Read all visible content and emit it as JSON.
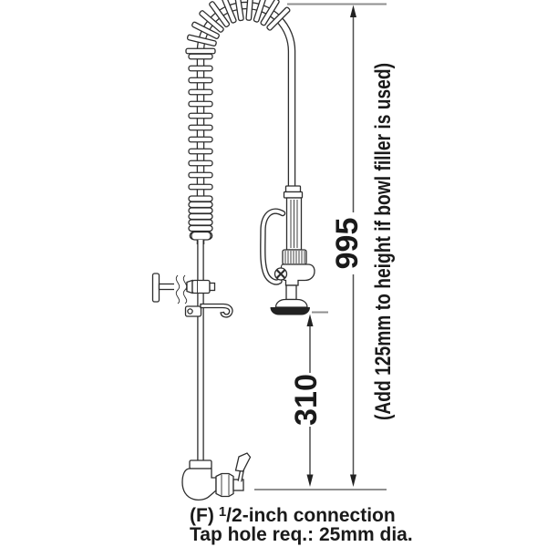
{
  "drawing": {
    "title": "pre-rinse-spray-unit-spec-diagram",
    "dimensions": {
      "overall_height_mm": "995",
      "outlet_clearance_mm": "310",
      "side_note": "(Add 125mm to height if bowl filler is used)"
    },
    "caption": {
      "line1_prefix": "(F)",
      "fraction": {
        "numerator": "1",
        "slash": "/",
        "denominator": "2"
      },
      "line1_suffix": "-inch connection",
      "line2": "Tap hole req.: 25mm dia."
    },
    "colors": {
      "drawing_line": "#2d2d2d",
      "dimension_line": "#4d4d4d",
      "extension_line": "#8f8f8f",
      "text": "#1a1a1a",
      "spray_face": "#222222",
      "background": "#ffffff"
    }
  }
}
